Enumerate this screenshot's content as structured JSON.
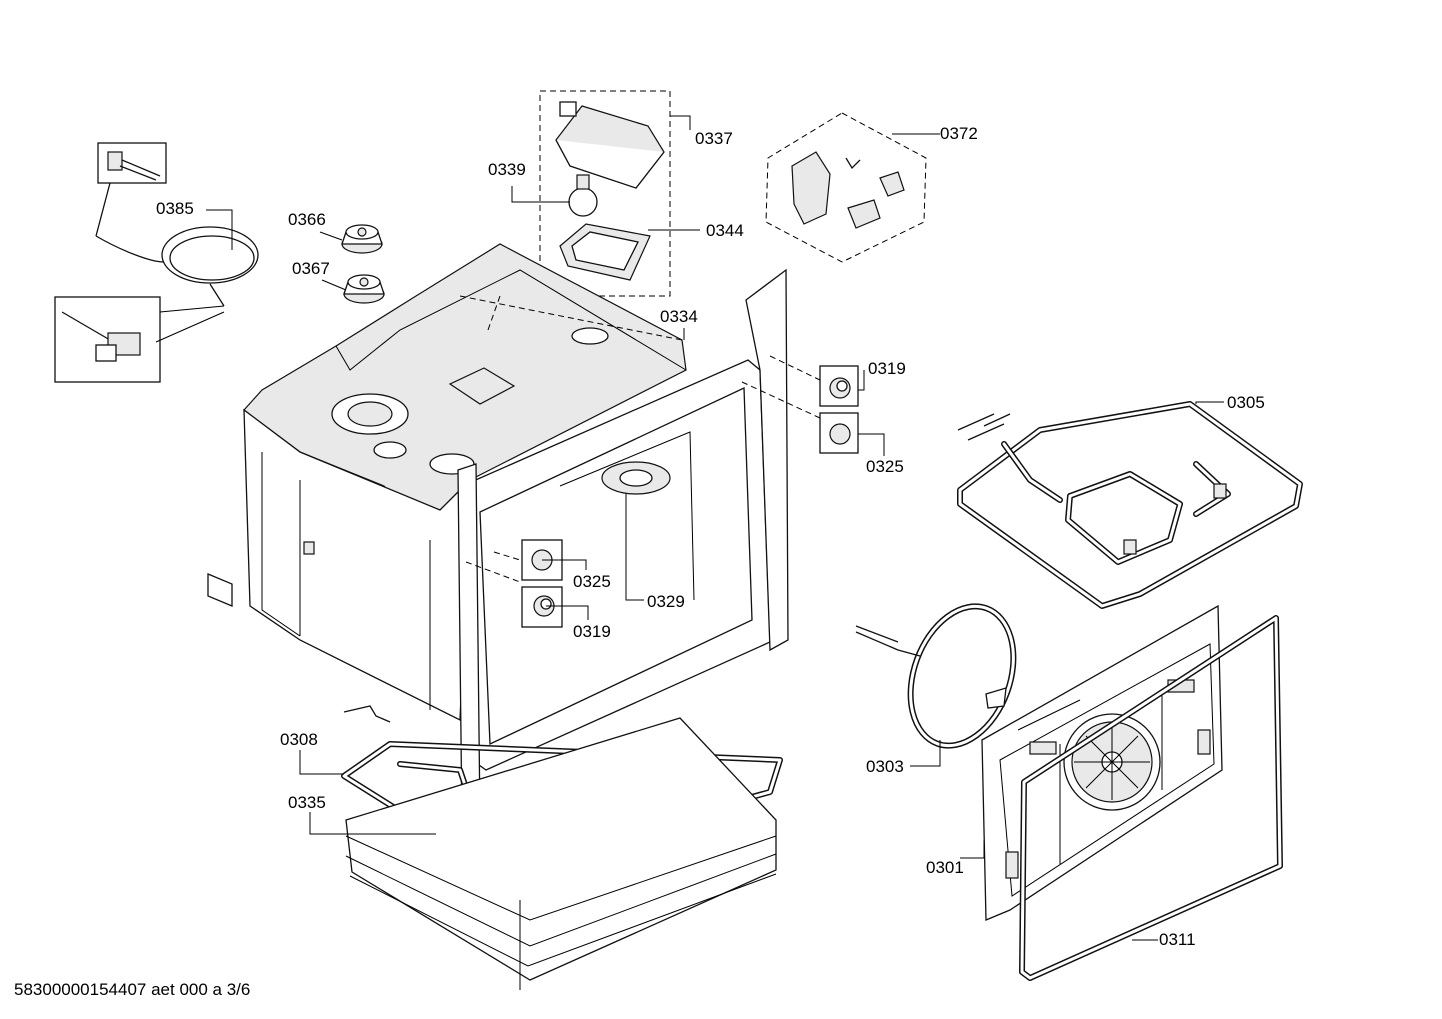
{
  "parts": [
    {
      "id": "p0385",
      "label": "0385"
    },
    {
      "id": "p0366",
      "label": "0366"
    },
    {
      "id": "p0367",
      "label": "0367"
    },
    {
      "id": "p0339",
      "label": "0339"
    },
    {
      "id": "p0337",
      "label": "0337"
    },
    {
      "id": "p0344",
      "label": "0344"
    },
    {
      "id": "p0372",
      "label": "0372"
    },
    {
      "id": "p0334",
      "label": "0334"
    },
    {
      "id": "p0319a",
      "label": "0319"
    },
    {
      "id": "p0325a",
      "label": "0325"
    },
    {
      "id": "p0305",
      "label": "0305"
    },
    {
      "id": "p0325b",
      "label": "0325"
    },
    {
      "id": "p0319b",
      "label": "0319"
    },
    {
      "id": "p0329",
      "label": "0329"
    },
    {
      "id": "p0308",
      "label": "0308"
    },
    {
      "id": "p0335",
      "label": "0335"
    },
    {
      "id": "p0303",
      "label": "0303"
    },
    {
      "id": "p0301",
      "label": "0301"
    },
    {
      "id": "p0311",
      "label": "0311"
    }
  ],
  "footer": {
    "text": "58300000154407 aet 000 a 3/6"
  }
}
